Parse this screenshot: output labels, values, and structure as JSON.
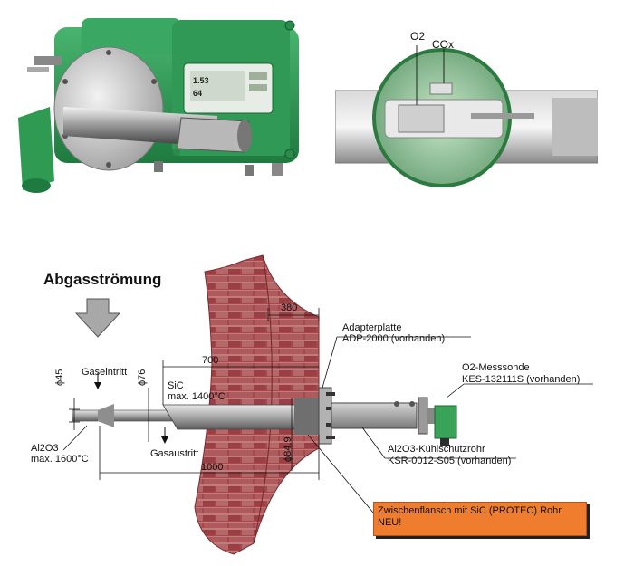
{
  "photo_left": {
    "display_line1": "1.53",
    "display_line2": "64"
  },
  "photo_right": {
    "o2_label": "O2",
    "cox_label": "COx"
  },
  "diagram": {
    "flow_title": "Abgasströmung",
    "gas_inlet": "Gaseintritt",
    "gas_outlet": "Gasaustritt",
    "al2o3_label": "Al2O3",
    "al2o3_temp": "max. 1600°C",
    "sic_label": "SiC",
    "sic_temp": "max. 1400°C",
    "dim_45": "ϕ45",
    "dim_76": "ϕ76",
    "dim_849": "ϕ84.9",
    "dim_380": "380",
    "dim_700": "700",
    "dim_1000": "1000",
    "adapter_title": "Adapterplatte",
    "adapter_part": "ADP-2000 (vorhanden)",
    "probe_title": "O2-Messsonde",
    "probe_part": "KES-132111S (vorhanden)",
    "tube_title": "Al2O3-Kühlschutzrohr",
    "tube_part": "KSR-0012-S05 (vorhanden)",
    "note_line1": "Zwischenflansch mit SiC (PROTEC) Rohr",
    "note_line2": "NEU!"
  },
  "colors": {
    "housing_green": "#2e9a55",
    "brick": "#a5484c",
    "note_orange": "#f07d2e"
  }
}
